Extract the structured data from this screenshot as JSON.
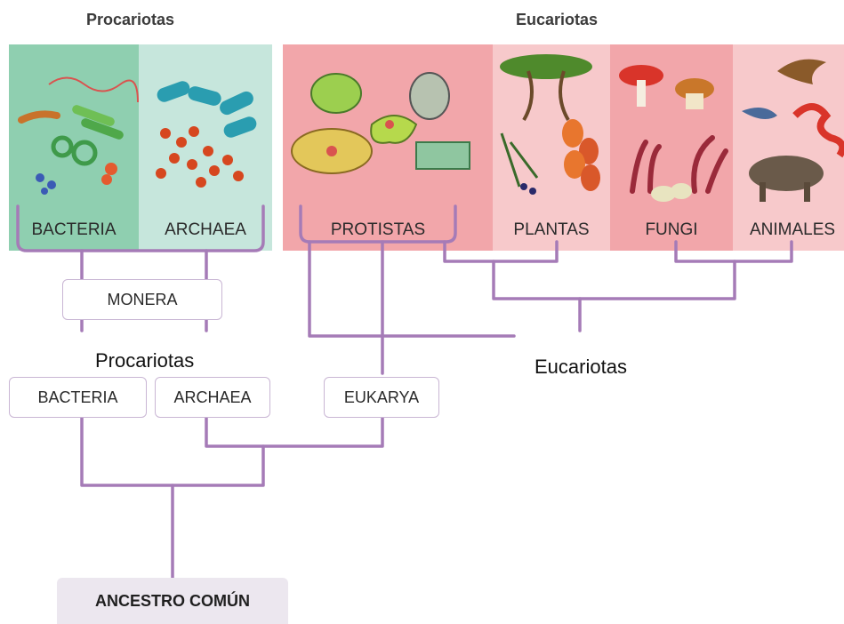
{
  "header": {
    "prokaryotes": "Procariotas",
    "eukaryotes": "Eucariotas"
  },
  "panels": {
    "bacteria": "BACTERIA",
    "archaea": "ARCHAEA",
    "protistas": "PROTISTAS",
    "plantas": "PLANTAS",
    "fungi": "FUNGI",
    "animales": "ANIMALES"
  },
  "tree": {
    "monera": "MONERA",
    "prokaryotes_label": "Procariotas",
    "eukaryotes_label": "Eucariotas",
    "bacteria": "BACTERIA",
    "archaea": "ARCHAEA",
    "eukarya": "EUKARYA",
    "root": "ANCESTRO COMÚN"
  },
  "colors": {
    "bacteria_bg": "#8fcfb0",
    "archaea_bg": "#c6e6dc",
    "protistas_bg": "#f2a6aa",
    "plantas_bg": "#f7c9cb",
    "fungi_bg": "#f2a6aa",
    "animales_bg": "#f7c9cb",
    "tree_line": "#a57bb7"
  }
}
